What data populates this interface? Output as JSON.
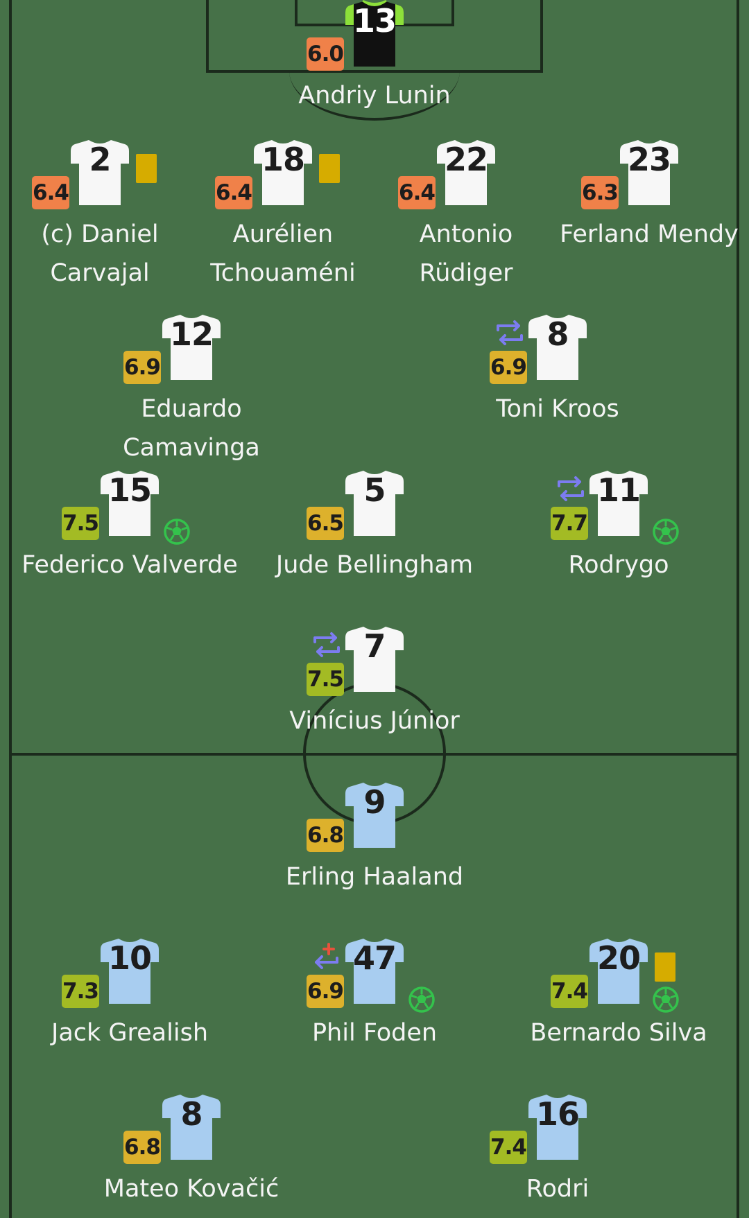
{
  "colors": {
    "pitch": "#467148",
    "lines": "#1b2a1c",
    "rating_orange": "#f08149",
    "rating_yellow": "#ddb12c",
    "rating_lime": "#a3bb24",
    "card_yellow": "#d6ac00",
    "home_shirt": "#f7f7f7",
    "away_shirt": "#a8cdf0",
    "gk_shirt": "#111111",
    "gk_trim": "#8de03a",
    "sub_icon": "#7c7cf0",
    "sub_off_mark": "#e8523c",
    "goal_icon": "#34c24c"
  },
  "players": [
    {
      "id": "lunin",
      "number": "13",
      "rating": "6.0",
      "rating_color": "orange",
      "name_lines": [
        "Andriy Lunin"
      ],
      "team": "gk",
      "events": []
    },
    {
      "id": "carvajal",
      "number": "2",
      "rating": "6.4",
      "rating_color": "orange",
      "name_lines": [
        "(c) Daniel",
        "Carvajal"
      ],
      "team": "home",
      "events": [
        "yellow-card"
      ]
    },
    {
      "id": "tchouameni",
      "number": "18",
      "rating": "6.4",
      "rating_color": "orange",
      "name_lines": [
        "Aurélien",
        "Tchouaméni"
      ],
      "team": "home",
      "events": [
        "yellow-card"
      ]
    },
    {
      "id": "rudiger",
      "number": "22",
      "rating": "6.4",
      "rating_color": "orange",
      "name_lines": [
        "Antonio",
        "Rüdiger"
      ],
      "team": "home",
      "events": []
    },
    {
      "id": "mendy",
      "number": "23",
      "rating": "6.3",
      "rating_color": "orange",
      "name_lines": [
        "Ferland Mendy"
      ],
      "team": "home",
      "events": []
    },
    {
      "id": "camavinga",
      "number": "12",
      "rating": "6.9",
      "rating_color": "yellow",
      "name_lines": [
        "Eduardo Camavinga"
      ],
      "team": "home",
      "events": []
    },
    {
      "id": "kroos",
      "number": "8",
      "rating": "6.9",
      "rating_color": "yellow",
      "name_lines": [
        "Toni Kroos"
      ],
      "team": "home",
      "events": [
        "substitution"
      ]
    },
    {
      "id": "valverde",
      "number": "15",
      "rating": "7.5",
      "rating_color": "lime",
      "name_lines": [
        "Federico Valverde"
      ],
      "team": "home",
      "events": [
        "goal"
      ]
    },
    {
      "id": "bellingham",
      "number": "5",
      "rating": "6.5",
      "rating_color": "yellow",
      "name_lines": [
        "Jude Bellingham"
      ],
      "team": "home",
      "events": []
    },
    {
      "id": "rodrygo",
      "number": "11",
      "rating": "7.7",
      "rating_color": "lime",
      "name_lines": [
        "Rodrygo"
      ],
      "team": "home",
      "events": [
        "substitution",
        "goal"
      ]
    },
    {
      "id": "vinicius",
      "number": "7",
      "rating": "7.5",
      "rating_color": "lime",
      "name_lines": [
        "Vinícius Júnior"
      ],
      "team": "home",
      "events": [
        "substitution"
      ]
    },
    {
      "id": "haaland",
      "number": "9",
      "rating": "6.8",
      "rating_color": "yellow",
      "name_lines": [
        "Erling Haaland"
      ],
      "team": "away",
      "events": []
    },
    {
      "id": "grealish",
      "number": "10",
      "rating": "7.3",
      "rating_color": "lime",
      "name_lines": [
        "Jack Grealish"
      ],
      "team": "away",
      "events": []
    },
    {
      "id": "foden",
      "number": "47",
      "rating": "6.9",
      "rating_color": "yellow",
      "name_lines": [
        "Phil Foden"
      ],
      "team": "away",
      "events": [
        "substitution-off",
        "goal"
      ]
    },
    {
      "id": "silva",
      "number": "20",
      "rating": "7.4",
      "rating_color": "lime",
      "name_lines": [
        "Bernardo Silva"
      ],
      "team": "away",
      "events": [
        "yellow-card",
        "goal"
      ]
    },
    {
      "id": "kovacic",
      "number": "8",
      "rating": "6.8",
      "rating_color": "yellow",
      "name_lines": [
        "Mateo Kovačić"
      ],
      "team": "away",
      "events": []
    },
    {
      "id": "rodri",
      "number": "16",
      "rating": "7.4",
      "rating_color": "lime",
      "name_lines": [
        "Rodri"
      ],
      "team": "away",
      "events": []
    }
  ]
}
